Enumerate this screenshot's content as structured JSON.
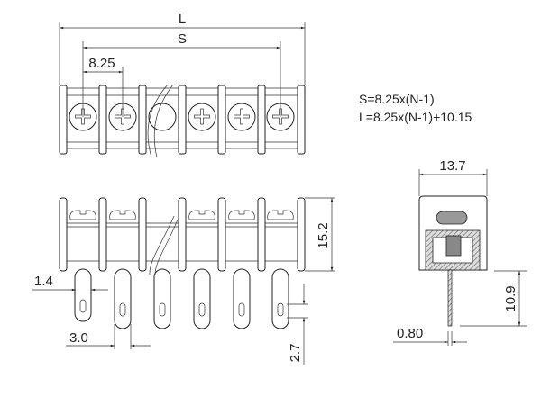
{
  "dimensions": {
    "overall_length": "L",
    "span": "S",
    "pitch": "8.25",
    "height": "15.2",
    "pin_width": "1.4",
    "pin_spacing_offset": "3.0",
    "slot_length": "2.7",
    "depth": "13.7",
    "pin_length": "10.9",
    "pin_thickness": "0.80"
  },
  "formulas": {
    "s_formula": "S=8.25x(N-1)",
    "l_formula": "L=8.25x(N-1)+10.15"
  },
  "positions": 6,
  "colors": {
    "line": "#222222",
    "hatch": "#888888"
  }
}
